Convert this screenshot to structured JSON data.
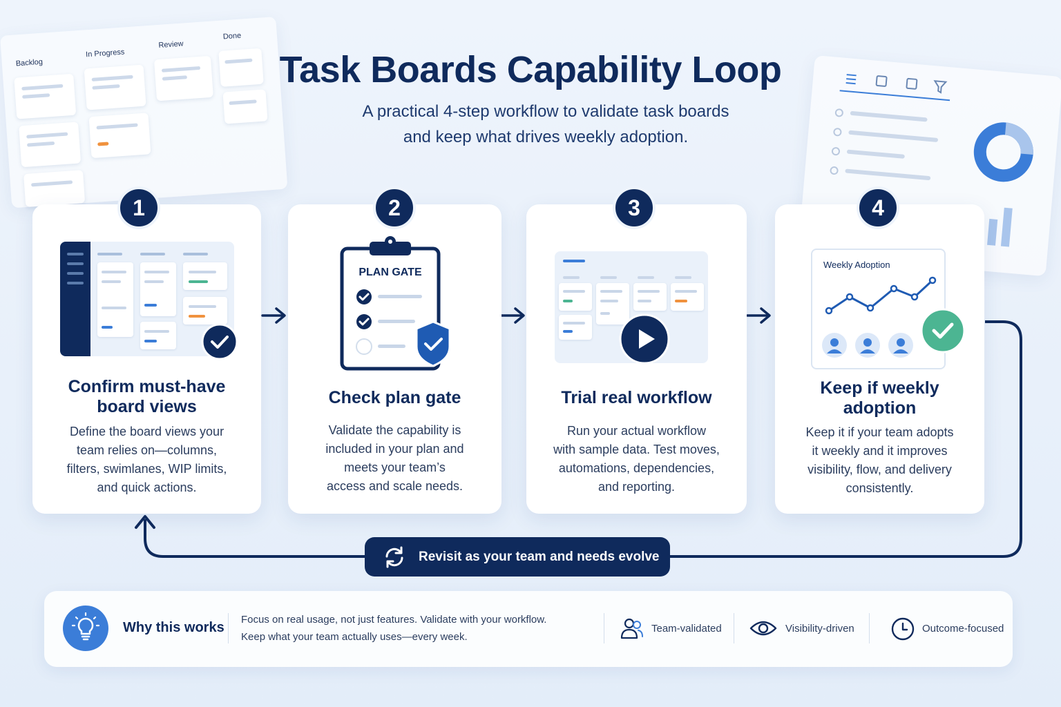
{
  "header": {
    "title": "Task Boards Capability Loop",
    "subtitle_line1": "A practical 4-step workflow to validate task boards",
    "subtitle_line2": "and keep what drives weekly adoption."
  },
  "background_board": {
    "columns": [
      "Backlog",
      "In Progress",
      "Review",
      "Done"
    ]
  },
  "steps": [
    {
      "number": "1",
      "title_line1": "Confirm must-have",
      "title_line2": "board views",
      "desc": [
        "Define the board views your",
        "team relies on—columns,",
        "filters, swimlanes, WIP limits,",
        "and quick actions."
      ]
    },
    {
      "number": "2",
      "title_line1": "Check plan gate",
      "gate_label": "PLAN GATE",
      "desc": [
        "Validate the capability is",
        "included in your plan and",
        "meets your team’s",
        "access and scale needs."
      ]
    },
    {
      "number": "3",
      "title_line1": "Trial real workflow",
      "desc": [
        "Run your actual workflow",
        "with sample data. Test moves,",
        "automations, dependencies,",
        "and reporting."
      ]
    },
    {
      "number": "4",
      "title_line1": "Keep if weekly",
      "title_line2": "adoption",
      "chart_label": "Weekly Adoption",
      "desc": [
        "Keep it if your team adopts",
        "it weekly and it improves",
        "visibility, flow, and delivery",
        "consistently."
      ]
    }
  ],
  "loop": {
    "label": "Revisit as your team and needs evolve"
  },
  "footer": {
    "why_title": "Why this works",
    "why_line1": "Focus on real usage, not just features. Validate with your workflow.",
    "why_line2": "Keep what your team actually uses—every week.",
    "badges": [
      "Team-validated",
      "Visibility-driven",
      "Outcome-focused"
    ]
  },
  "colors": {
    "navy": "#0f2a5c",
    "accent_blue": "#3b7dd8",
    "green": "#4cb592",
    "orange": "#f0923e"
  }
}
